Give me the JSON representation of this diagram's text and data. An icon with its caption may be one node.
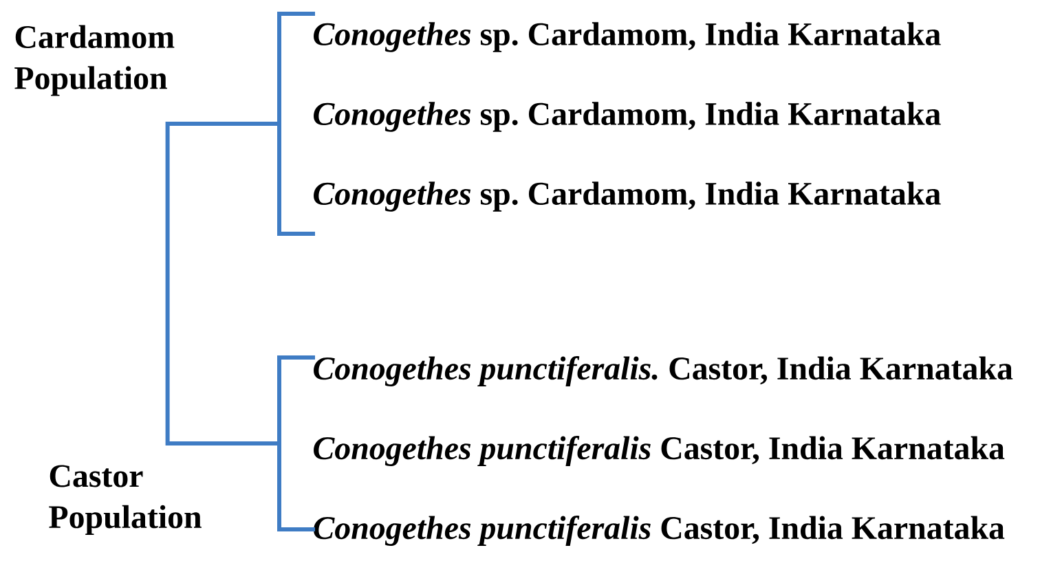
{
  "diagram": {
    "nodes": [
      {
        "text": [
          "*Conogethes* sp. Cardamom, India Karnataka"
        ]
      },
      {
        "text": [
          "*Conogethes* sp. Cardamom, India Karnataka"
        ]
      },
      {
        "text": [
          "*Conogethes* sp. Cardamom, India Karnataka"
        ]
      },
      {
        "text": [
          "*Conogethes punctiferalis.* Castor, India Karnataka"
        ]
      },
      {
        "text": [
          "*Conogethes punctiferalis* Castor, India Karnataka"
        ]
      },
      {
        "text": [
          "*Conogethes punctiferalis* Castor, India Karnataka"
        ]
      },
      {
        "text": [],
        "shape": "bracket"
      },
      {
        "text": [],
        "shape": "bracket"
      }
    ],
    "edges": [
      {
        "from": 6,
        "to": 7,
        "arrow": "none"
      }
    ],
    "labels": [
      "Cardamom Population",
      "Castor Population"
    ]
  }
}
